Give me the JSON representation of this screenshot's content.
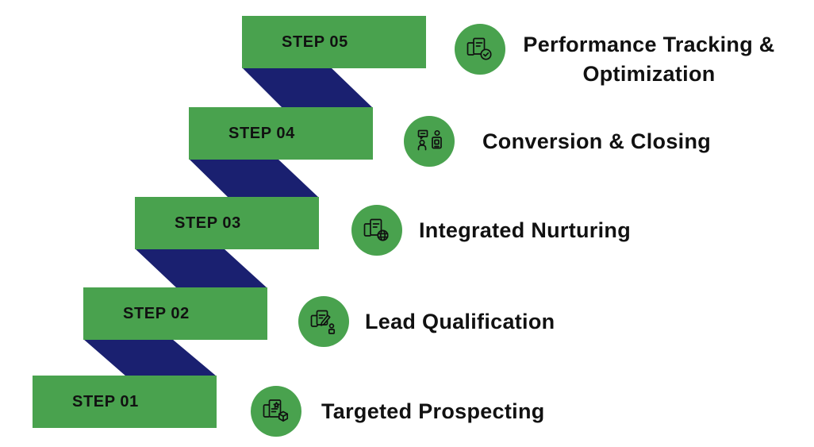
{
  "figure": {
    "type": "staircase-process-infographic",
    "background": "#ffffff",
    "colors": {
      "step_green": "#49A24E",
      "ribbon_navy": "#1A2070",
      "text_black": "#111111"
    }
  },
  "steps": [
    {
      "step_label": "STEP 05",
      "title": "Performance Tracking & Optimization",
      "icon": "document-check-icon"
    },
    {
      "step_label": "STEP 04",
      "title": "Conversion & Closing",
      "icon": "conversation-people-icon"
    },
    {
      "step_label": "STEP 03",
      "title": "Integrated Nurturing",
      "icon": "document-globe-icon"
    },
    {
      "step_label": "STEP 02",
      "title": "Lead Qualification",
      "icon": "document-pencil-icon"
    },
    {
      "step_label": "STEP 01",
      "title": "Targeted Prospecting",
      "icon": "document-star-cube-icon"
    }
  ]
}
